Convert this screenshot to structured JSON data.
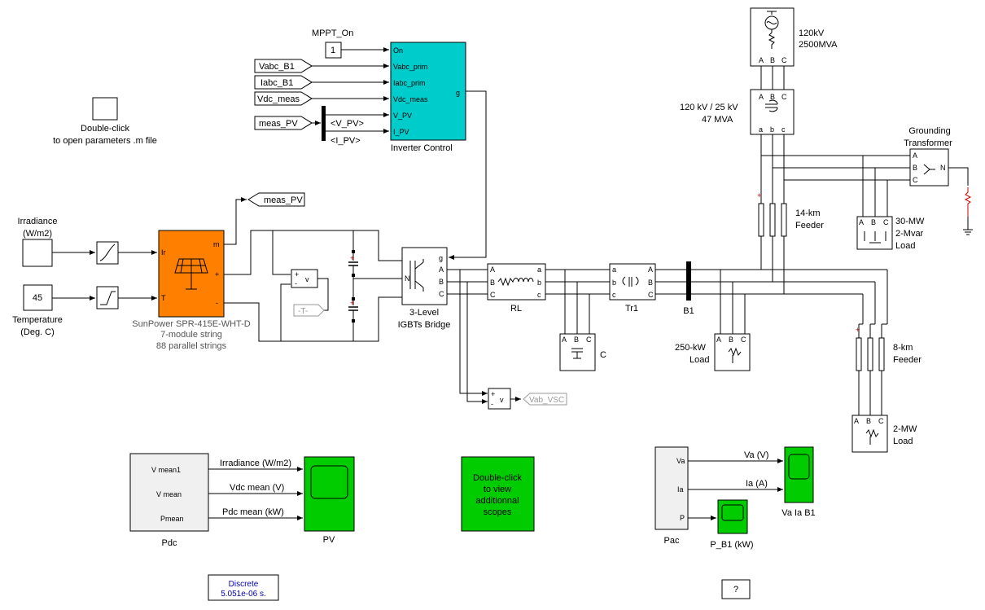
{
  "labels": {
    "mppt_on": "MPPT_On",
    "const_one": "1",
    "inverter_control": "Inverter Control",
    "inv_ports": [
      "On",
      "Vabc_prim",
      "Iabc_prim",
      "Vdc_meas",
      "V_PV",
      "I_PV"
    ],
    "inv_out": "g",
    "goto_vabc": "Vabc_B1",
    "goto_iabc": "Iabc_B1",
    "goto_vdc": "Vdc_meas",
    "goto_meas_pv": "meas_PV",
    "bus_v_pv": "<V_PV>",
    "bus_i_pv": "<I_PV>",
    "params_line1": "Double-click",
    "params_line2": "to open parameters .m file",
    "meas_pv_out": "meas_PV",
    "irradiance_line1": "Irradiance",
    "irradiance_line2": "(W/m2)",
    "temperature_value": "45",
    "temperature_line1": "Temperature",
    "temperature_line2": "(Deg. C)",
    "pv_port_ir": "Ir",
    "pv_port_t": "T",
    "pv_port_m": "m",
    "pv_port_plus": "+",
    "pv_port_minus": "-",
    "pv_array_line1": "SunPower SPR-415E-WHT-D",
    "pv_array_line2": "7-module string",
    "pv_array_line3": "88 parallel strings",
    "vm_v": "v",
    "vm_plus": "+",
    "vm_minus": "-",
    "from_t": "-T-",
    "bridge_line1": "3-Level",
    "bridge_line2": "IGBTs Bridge",
    "bridge_port_g": "g",
    "bridge_port_n": "N",
    "port_a": "A",
    "port_b": "B",
    "port_c": "C",
    "port_la": "a",
    "port_lb": "b",
    "port_lc": "c",
    "rl": "RL",
    "cap_c": "C",
    "tr1": "Tr1",
    "b1": "B1",
    "load_250_line1": "250-kW",
    "load_250_line2": "Load",
    "vab_vsc": "Vab_VSC",
    "src_line1": "120kV",
    "src_line2": "2500MVA",
    "xfmr_line1": "120 kV / 25 kV",
    "xfmr_line2": "47 MVA",
    "grounding_line1": "Grounding",
    "grounding_line2": "Transformer",
    "gt_port_n": "N",
    "feeder14_line1": "14-km",
    "feeder14_line2": "Feeder",
    "load30_line1": "30-MW",
    "load30_line2": "2-Mvar",
    "load30_line3": "Load",
    "feeder8_line1": "8-km",
    "feeder8_line2": "Feeder",
    "load2_line1": "2-MW",
    "load2_line2": "Load",
    "pdc": "Pdc",
    "pdc_ports": [
      "V mean1",
      "V mean",
      "Pmean"
    ],
    "sig_irr": "Irradiance (W/m2)",
    "sig_vdc": "Vdc mean (V)",
    "sig_pdc": "Pdc mean (kW)",
    "scope_pv": "PV",
    "scopes_line1": "Double-click",
    "scopes_line2": "to view",
    "scopes_line3": "additionnal",
    "scopes_line4": "scopes",
    "pac": "Pac",
    "pac_ports": [
      "Va",
      "Ia",
      "P"
    ],
    "sig_va": "Va (V)",
    "sig_ia": "Ia (A)",
    "scope_vaia": "Va Ia B1",
    "scope_pb1": "P_B1 (kW)",
    "powergui_line1": "Discrete",
    "powergui_line2": "5.051e-06 s.",
    "help": "?"
  },
  "colors": {
    "inverter_fill": "#00cccc",
    "pv_fill": "#ff8000",
    "scope_fill": "#00cc00",
    "feeder_red": "#cc0000",
    "powergui_text": "#0000aa",
    "pdc_fill": "#f0f0f0"
  }
}
